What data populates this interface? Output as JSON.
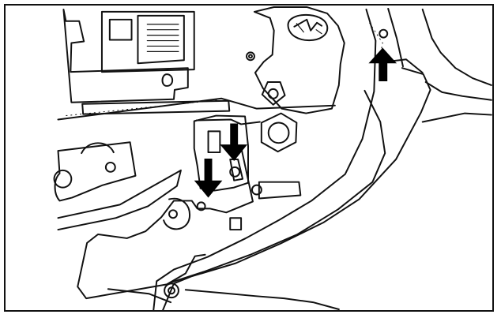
{
  "figure": {
    "background_color": "#ffffff",
    "line_color": "#111111",
    "arrow_color": "#000000"
  },
  "icons": {
    "down_arrow_1": "arrow-down",
    "down_arrow_2": "arrow-down",
    "up_arrow": "arrow-up"
  }
}
